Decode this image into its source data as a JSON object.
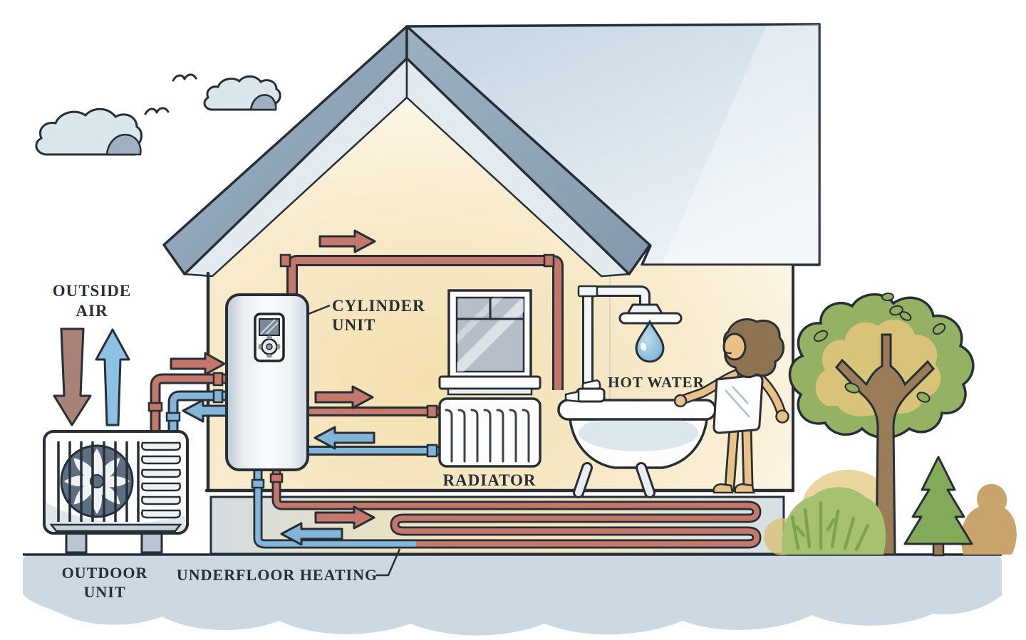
{
  "title_labels": {
    "outside_air_line1": "OUTSIDE",
    "outside_air_line2": "AIR",
    "outdoor_unit_line1": "OUTDOOR",
    "outdoor_unit_line2": "UNIT",
    "cylinder_unit_line1": "CYLINDER",
    "cylinder_unit_line2": "UNIT",
    "radiator": "RADIATOR",
    "hot_water": "HOT WATER",
    "underfloor_heating": "UNDERFLOOR HEATING"
  },
  "colors": {
    "outline": "#272e35",
    "warm_pipe": "#c4786c",
    "cool_pipe": "#82b5d8",
    "warm_air_arrow": "#ab8277",
    "cool_air_arrow": "#8cc1e4",
    "roof_band": "#8fa5b8",
    "roof_band_inner": "#dfe8ee",
    "roof_plane": "#cfdde8",
    "interior_glow": "#f5e2b2",
    "ground": "#ccd8e2",
    "foliage_green": "#94b164",
    "foliage_inner": "#d8c379",
    "trunk_brown": "#9b7c58",
    "skin": "#e9c287",
    "hair": "#8d7352",
    "droplet_blue": "#7db5da"
  }
}
